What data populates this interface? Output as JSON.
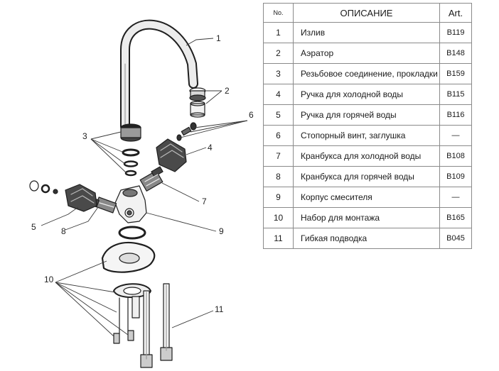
{
  "table": {
    "headers": {
      "no": "No.",
      "description": "ОПИСАНИЕ",
      "art": "Art."
    },
    "rows": [
      {
        "no": "1",
        "description": "Излив",
        "art": "B119"
      },
      {
        "no": "2",
        "description": "Аэратор",
        "art": "B148"
      },
      {
        "no": "3",
        "description": "Резьбовое соединение, прокладки",
        "art": "B159"
      },
      {
        "no": "4",
        "description": "Ручка для холодной воды",
        "art": "B115"
      },
      {
        "no": "5",
        "description": "Ручка для горячей воды",
        "art": "B116"
      },
      {
        "no": "6",
        "description": "Стопорный винт, заглушка",
        "art": "—"
      },
      {
        "no": "7",
        "description": "Кранбукса для холодной воды",
        "art": "B108"
      },
      {
        "no": "8",
        "description": "Кранбукса для горячей воды",
        "art": "B109"
      },
      {
        "no": "9",
        "description": "Корпус смесителя",
        "art": "—"
      },
      {
        "no": "10",
        "description": "Набор для монтажа",
        "art": "B165"
      },
      {
        "no": "11",
        "description": "Гибкая подводка",
        "art": "B045"
      }
    ]
  },
  "diagram": {
    "callouts": {
      "c1": "1",
      "c2": "2",
      "c3": "3",
      "c4": "4",
      "c5": "5",
      "c6": "6",
      "c7": "7",
      "c8": "8",
      "c9": "9",
      "c10": "10",
      "c11": "11"
    }
  }
}
